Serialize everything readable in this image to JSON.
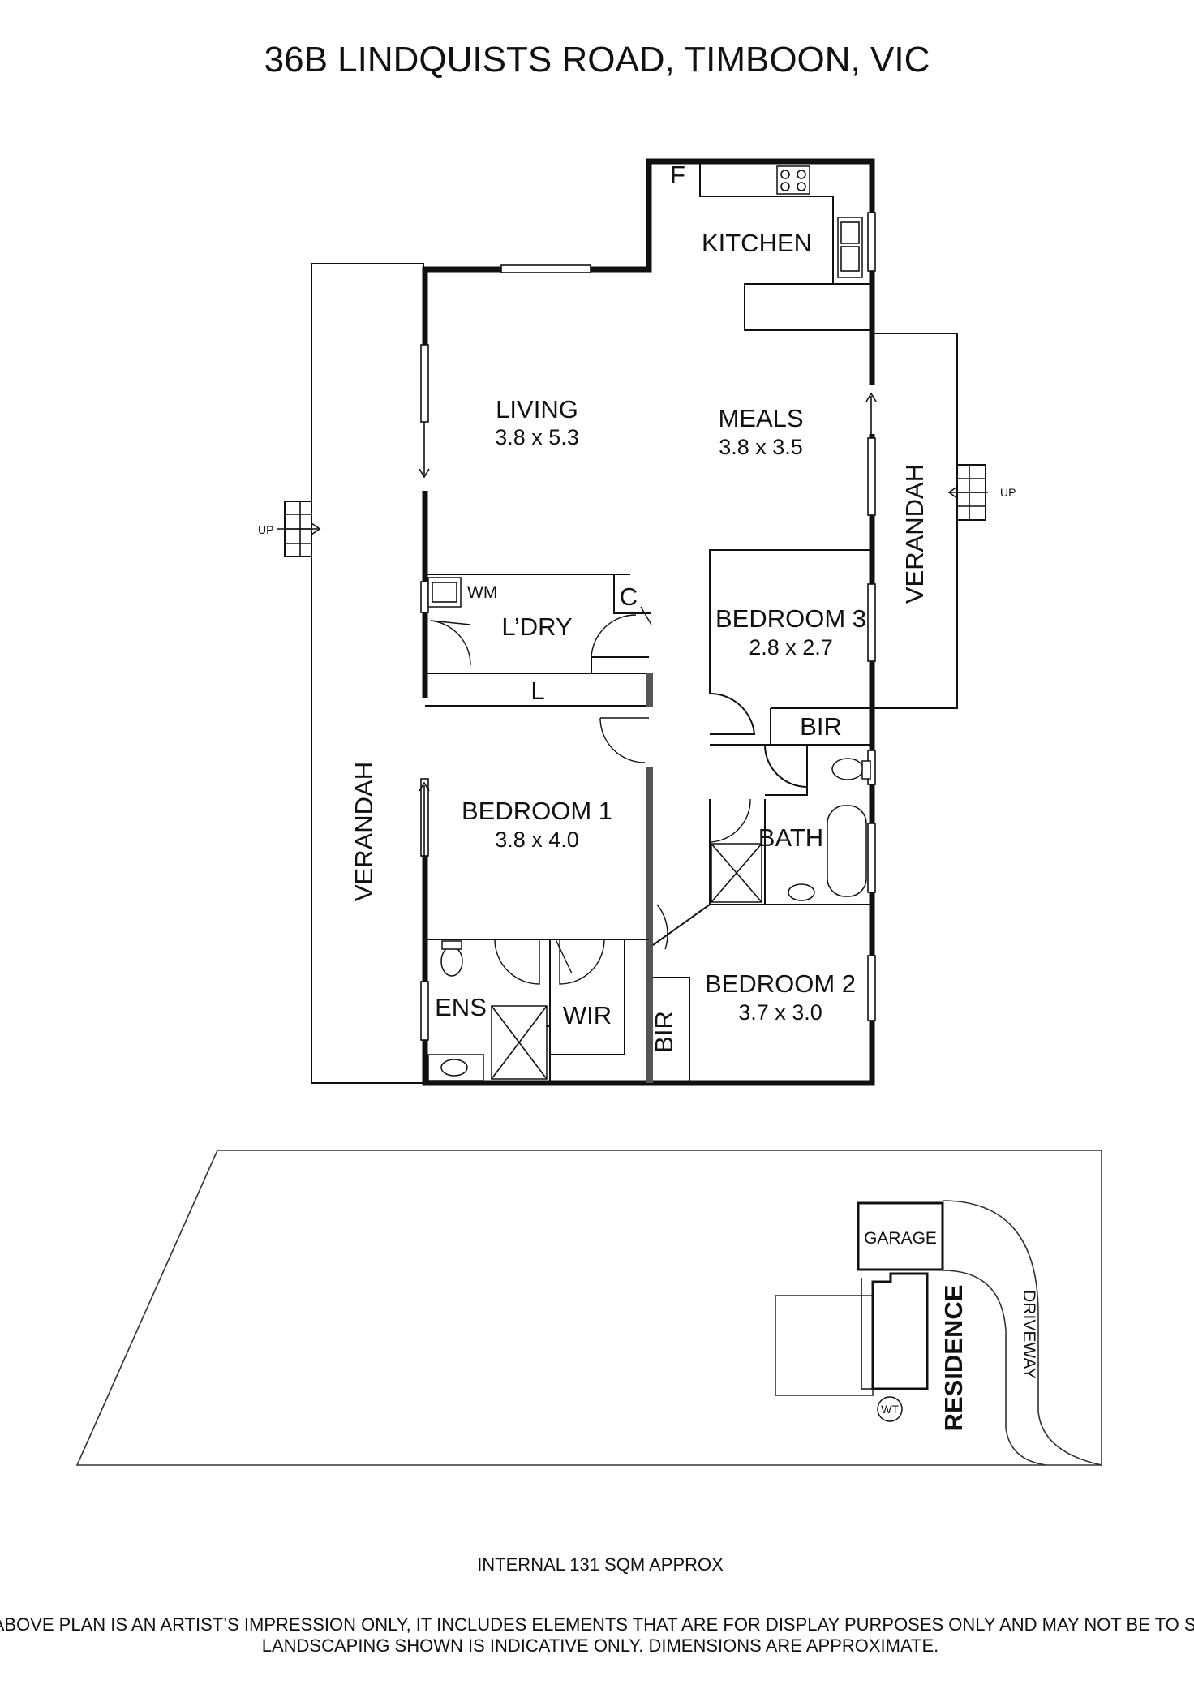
{
  "title": "36B LINDQUISTS ROAD, TIMBOON, VIC",
  "rooms": {
    "kitchen": {
      "name": "KITCHEN"
    },
    "fridge": {
      "name": "F"
    },
    "living": {
      "name": "LIVING",
      "dims": "3.8 x 5.3"
    },
    "meals": {
      "name": "MEALS",
      "dims": "3.8 x 3.5"
    },
    "laundry": {
      "name": "L’DRY"
    },
    "wm": {
      "name": "WM"
    },
    "cupboard": {
      "name": "C"
    },
    "linen": {
      "name": "L"
    },
    "bedroom3": {
      "name": "BEDROOM 3",
      "dims": "2.8 x 2.7"
    },
    "bir3": {
      "name": "BIR"
    },
    "bath": {
      "name": "BATH"
    },
    "bedroom1": {
      "name": "BEDROOM 1",
      "dims": "3.8 x 4.0"
    },
    "ens": {
      "name": "ENS"
    },
    "wir": {
      "name": "WIR"
    },
    "bir2": {
      "name": "BIR"
    },
    "bedroom2": {
      "name": "BEDROOM 2",
      "dims": "3.7 x 3.0"
    },
    "verandah_west": {
      "name": "VERANDAH"
    },
    "verandah_east": {
      "name": "VERANDAH"
    }
  },
  "steps": {
    "west": "UP",
    "east": "UP"
  },
  "site": {
    "garage": "GARAGE",
    "residence": "RESIDENCE",
    "driveway": "DRIVEWAY",
    "water_tank": "WT"
  },
  "area": "INTERNAL 131 SQM APPROX",
  "disclaimer": {
    "line1": "THE ABOVE PLAN IS AN ARTIST’S IMPRESSION ONLY, IT INCLUDES ELEMENTS THAT ARE FOR DISPLAY PURPOSES ONLY AND MAY NOT BE TO SCALE.",
    "line2": "LANDSCAPING SHOWN IS INDICATIVE ONLY. DIMENSIONS ARE APPROXIMATE."
  }
}
